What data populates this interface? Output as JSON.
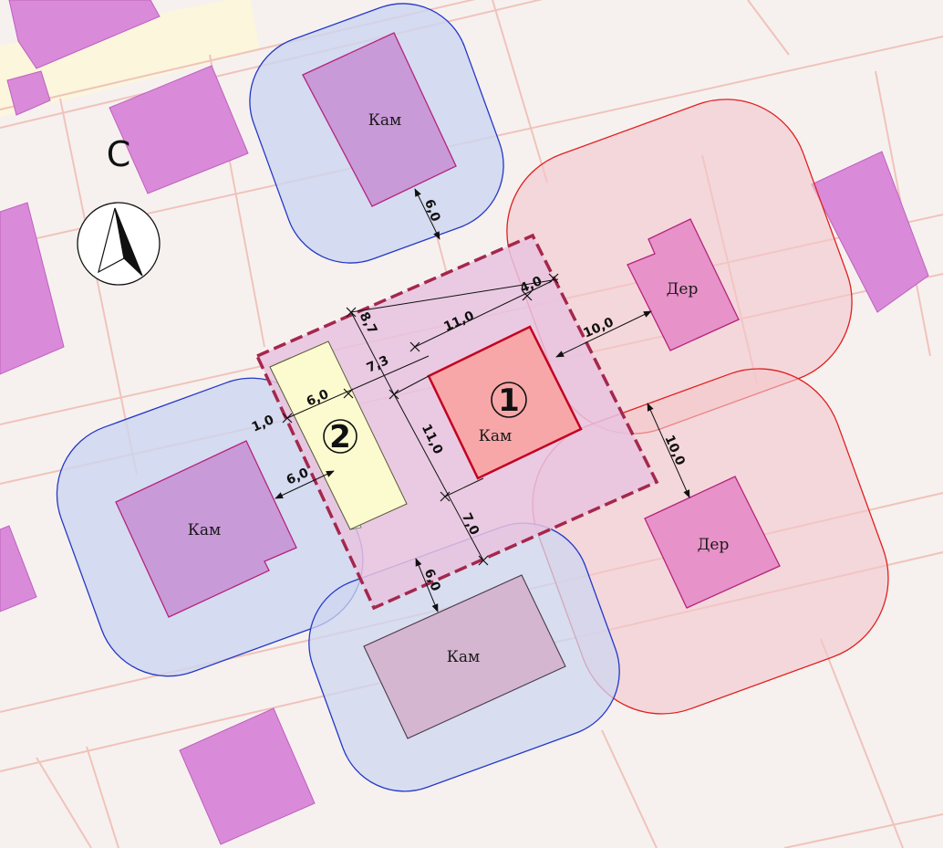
{
  "north": {
    "label": "С",
    "icon": "north-arrow-icon"
  },
  "buildings": {
    "stone_top": "Кам",
    "stone_left": "Кам",
    "stone_bottom": "Кам",
    "wood_upper_right": "Дер",
    "wood_lower_right": "Дер"
  },
  "plot": {
    "building_1": {
      "number": "1",
      "label": "Кам"
    },
    "building_2": {
      "number": "2"
    }
  },
  "dimensions": {
    "d_top_buffer": "6,0",
    "d_8_7": "8,7",
    "d_11_top": "11,0",
    "d_4_0": "4,0",
    "d_7_3": "7,3",
    "d_6_0_top": "6,0",
    "d_1_0": "1,0",
    "d_11_side": "11,0",
    "d_7_0": "7,0",
    "d_6_left": "6,0",
    "d_6_bottom": "6,0",
    "d_10_upper": "10,0",
    "d_10_lower": "10,0"
  },
  "colors": {
    "background": "#f6f1ef",
    "road": "#fbf6dc",
    "building": "#d98ad8",
    "stone_buffer": "#cdd6f0",
    "wood_buffer": "#f3c7cc",
    "plot_fill": "#e7c3df",
    "plot_border": "#a5274c",
    "building_1": "#f7a7a8",
    "building_2": "#fcfbd0"
  }
}
